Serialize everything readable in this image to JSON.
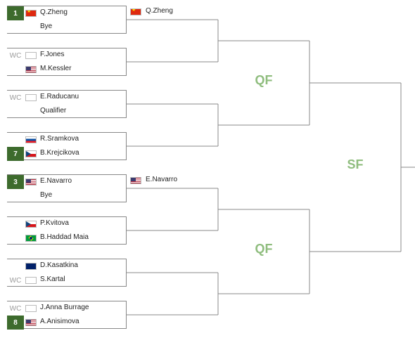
{
  "round_labels": {
    "qf_top": "QF",
    "qf_bottom": "QF",
    "sf": "SF"
  },
  "matches": [
    {
      "top": {
        "seed": "1",
        "wc": "",
        "flag": "cn",
        "name": "Q.Zheng"
      },
      "bottom": {
        "seed": "",
        "wc": "",
        "flag": "",
        "name": "Bye"
      }
    },
    {
      "top": {
        "seed": "",
        "wc": "WC",
        "flag": "gb",
        "name": "F.Jones"
      },
      "bottom": {
        "seed": "",
        "wc": "",
        "flag": "us",
        "name": "M.Kessler"
      }
    },
    {
      "top": {
        "seed": "",
        "wc": "WC",
        "flag": "gb",
        "name": "E.Raducanu"
      },
      "bottom": {
        "seed": "",
        "wc": "",
        "flag": "",
        "name": "Qualifier"
      }
    },
    {
      "top": {
        "seed": "",
        "wc": "",
        "flag": "sk",
        "name": "R.Sramkova"
      },
      "bottom": {
        "seed": "7",
        "wc": "",
        "flag": "cz",
        "name": "B.Krejcikova"
      }
    },
    {
      "top": {
        "seed": "3",
        "wc": "",
        "flag": "us",
        "name": "E.Navarro"
      },
      "bottom": {
        "seed": "",
        "wc": "",
        "flag": "",
        "name": "Bye"
      }
    },
    {
      "top": {
        "seed": "",
        "wc": "",
        "flag": "cz",
        "name": "P.Kvitova"
      },
      "bottom": {
        "seed": "",
        "wc": "",
        "flag": "br",
        "name": "B.Haddad Maia"
      }
    },
    {
      "top": {
        "seed": "",
        "wc": "",
        "flag": "au",
        "name": "D.Kasatkina"
      },
      "bottom": {
        "seed": "",
        "wc": "WC",
        "flag": "gb",
        "name": "S.Kartal"
      }
    },
    {
      "top": {
        "seed": "",
        "wc": "WC",
        "flag": "gb",
        "name": "J.Anna Burrage"
      },
      "bottom": {
        "seed": "8",
        "wc": "",
        "flag": "us",
        "name": "A.Anisimova"
      }
    }
  ],
  "advanced": [
    {
      "flag": "cn",
      "name": "Q.Zheng"
    },
    {
      "flag": "us",
      "name": "E.Navarro"
    }
  ]
}
